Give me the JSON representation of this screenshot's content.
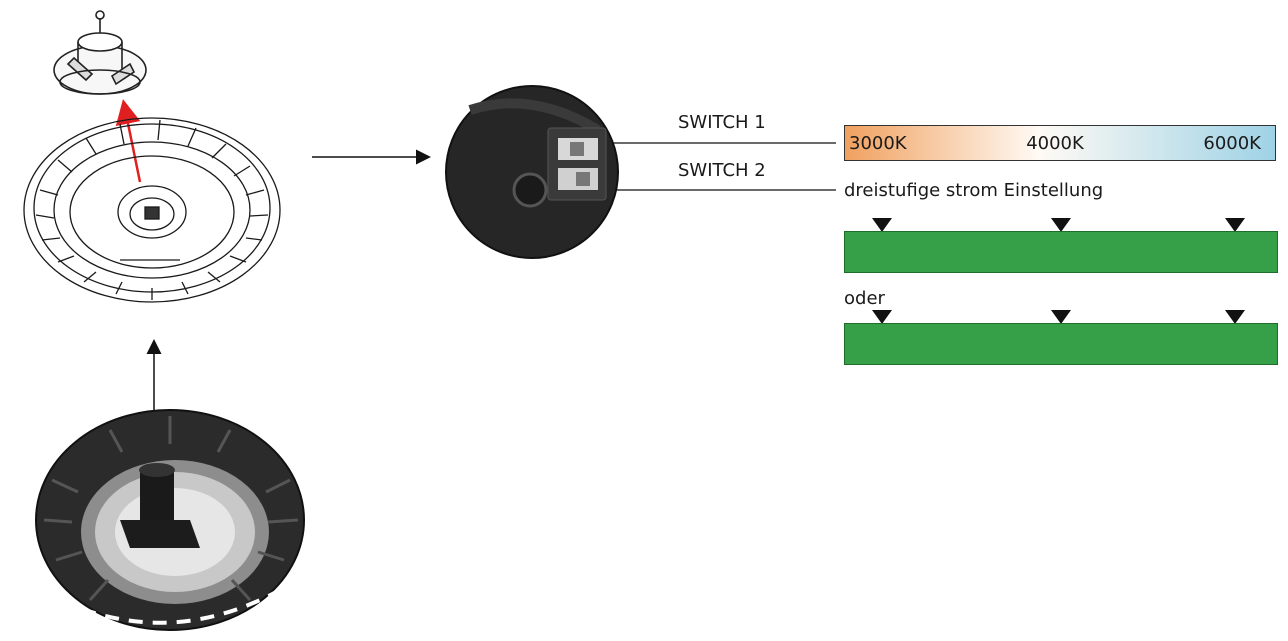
{
  "switch1_label": "SWITCH 1",
  "switch2_label": "SWITCH 2",
  "cct_options": [
    "3000K",
    "4000K",
    "6000K"
  ],
  "cct_gradient": {
    "start": "#f0a160",
    "mid": "#fffaf4",
    "end": "#9fd2e6"
  },
  "power_setting_label": "dreistufige strom Einstellung",
  "or_label": "oder",
  "level_bar_color": "#35a048",
  "arrow_color_red": "#e02020",
  "icons": {
    "mount": "mounting-bracket-icon",
    "fixture": "lamp-fixture-drawing",
    "closeup": "switch-closeup-photo",
    "photo": "lamp-photo"
  }
}
